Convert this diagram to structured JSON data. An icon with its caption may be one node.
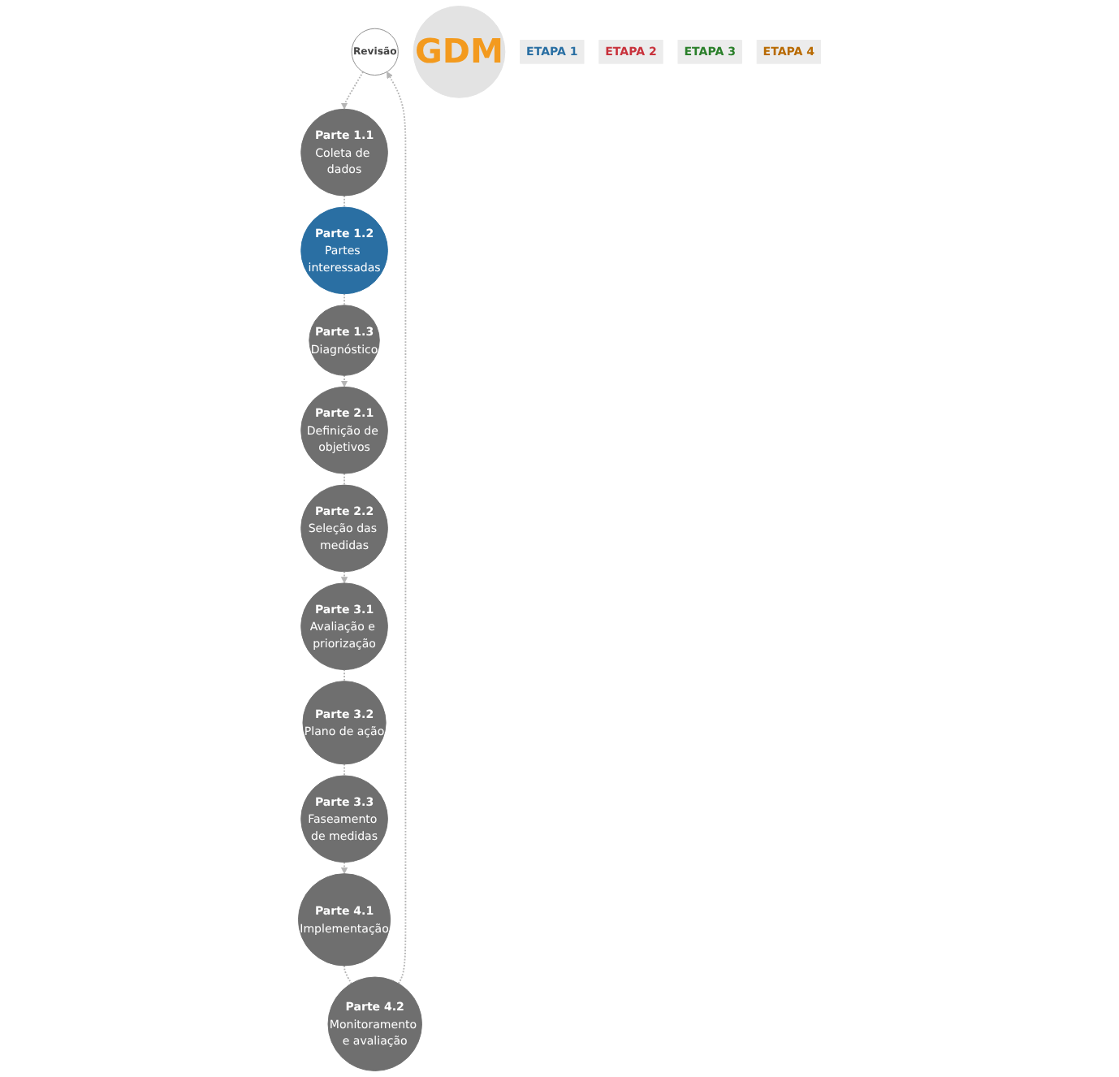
{
  "diagram": {
    "nodes": [
      {
        "text": [
          "Revisão"
        ]
      },
      {
        "text": [
          "Parte 1.1",
          "Coleta de dados"
        ]
      },
      {
        "text": [
          "Parte 1.2",
          "Partes interessadas"
        ]
      },
      {
        "text": [
          "Parte 1.3",
          "Diagnóstico"
        ]
      },
      {
        "text": [
          "Parte 2.1",
          "Definição de objetivos"
        ]
      },
      {
        "text": [
          "Parte 2.2",
          "Seleção das medidas"
        ]
      },
      {
        "text": [
          "Parte 3.1",
          "Avaliação e priorização"
        ]
      },
      {
        "text": [
          "Parte 3.2",
          "Plano de ação"
        ]
      },
      {
        "text": [
          "Parte 3.3",
          "Faseamento de medidas"
        ]
      },
      {
        "text": [
          "Parte 4.1",
          "Implementação"
        ]
      },
      {
        "text": [
          "Parte 4.2",
          "Monitoramento e avaliação"
        ]
      },
      {
        "text": [
          "GDM"
        ]
      },
      {
        "text": [
          "ETAPA 1"
        ]
      },
      {
        "text": [
          "ETAPA 2"
        ]
      },
      {
        "text": [
          "ETAPA 3"
        ]
      },
      {
        "text": [
          "ETAPA 4"
        ]
      }
    ],
    "edges": [
      {
        "from": 10,
        "to": 0,
        "arrow": "to",
        "style": "dashed"
      },
      {
        "from": 0,
        "to": 1,
        "arrow": "to",
        "style": "dashed"
      },
      {
        "from": 1,
        "to": 2,
        "arrow": "none",
        "style": "dashed"
      },
      {
        "from": 2,
        "to": 3,
        "arrow": "none",
        "style": "dashed"
      },
      {
        "from": 3,
        "to": 4,
        "arrow": "to",
        "style": "dashed"
      },
      {
        "from": 4,
        "to": 5,
        "arrow": "none",
        "style": "dashed"
      },
      {
        "from": 5,
        "to": 6,
        "arrow": "to",
        "style": "dashed"
      },
      {
        "from": 6,
        "to": 7,
        "arrow": "none",
        "style": "dashed"
      },
      {
        "from": 7,
        "to": 8,
        "arrow": "none",
        "style": "dashed"
      },
      {
        "from": 8,
        "to": 9,
        "arrow": "to",
        "style": "dashed"
      },
      {
        "from": 9,
        "to": 10,
        "arrow": "none",
        "style": "dashed"
      }
    ]
  }
}
